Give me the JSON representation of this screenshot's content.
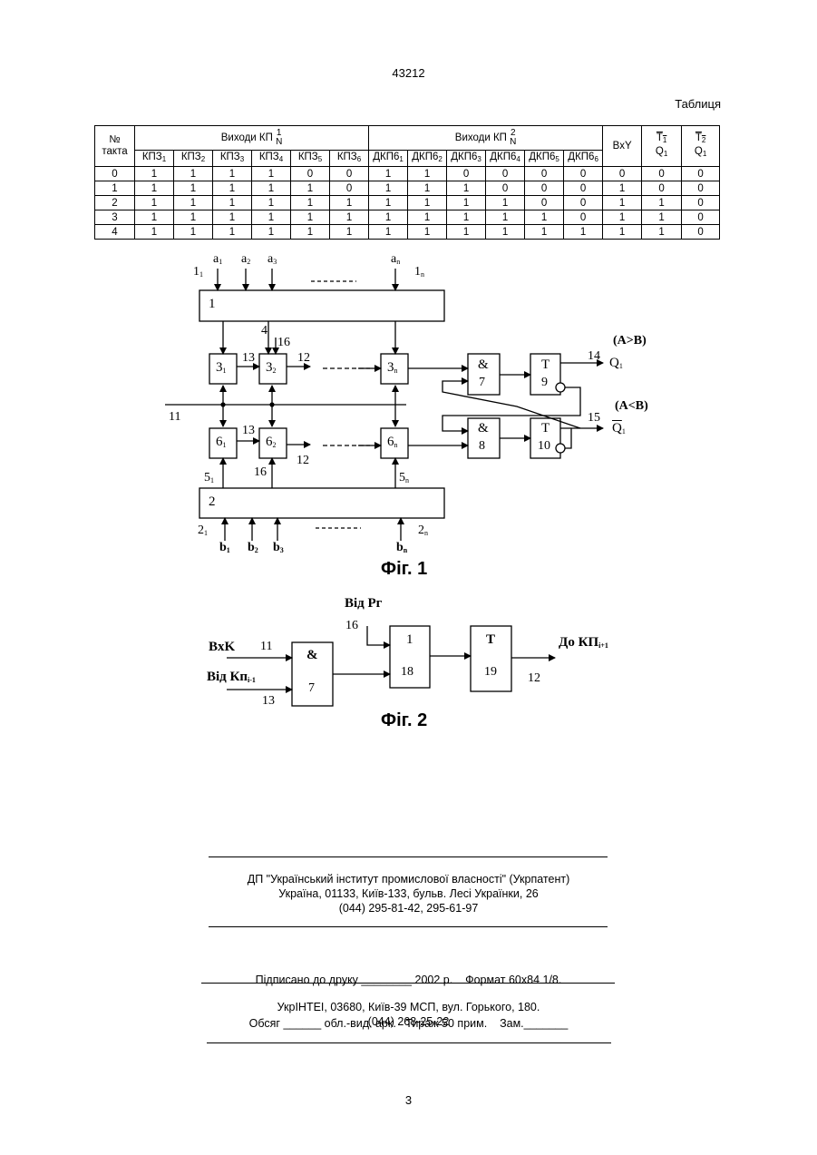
{
  "header": {
    "page_code": "43212",
    "table_caption": "Таблиця"
  },
  "table": {
    "col_step": "№\nтакта",
    "group1": {
      "label": "Виходи КП",
      "sup": "1",
      "sub": "N"
    },
    "group2": {
      "label": "Виходи КП",
      "sup": "2",
      "sub": "N"
    },
    "col_bxy": "BxY",
    "col_t1": {
      "top": "T",
      "top_sub": "1",
      "bottom": "Q",
      "bottom_sub": "1"
    },
    "col_t2": {
      "top": "T",
      "top_sub": "2",
      "bottom": "Q",
      "bottom_sub": "1"
    },
    "sub_headers_1": [
      {
        "base": "КПЗ",
        "sub": "1"
      },
      {
        "base": "КПЗ",
        "sub": "2"
      },
      {
        "base": "КПЗ",
        "sub": "3"
      },
      {
        "base": "КПЗ",
        "sub": "4"
      },
      {
        "base": "КПЗ",
        "sub": "5"
      },
      {
        "base": "КПЗ",
        "sub": "6"
      }
    ],
    "sub_headers_2": [
      {
        "base": "ДКП6",
        "sub": "1"
      },
      {
        "base": "ДКП6",
        "sub": "2"
      },
      {
        "base": "ДКП6",
        "sub": "3"
      },
      {
        "base": "ДКП6",
        "sub": "4"
      },
      {
        "base": "ДКП6",
        "sub": "5"
      },
      {
        "base": "ДКП6",
        "sub": "6"
      }
    ],
    "rows": [
      [
        "0",
        "1",
        "1",
        "1",
        "1",
        "0",
        "0",
        "1",
        "1",
        "0",
        "0",
        "0",
        "0",
        "0",
        "0",
        "0"
      ],
      [
        "1",
        "1",
        "1",
        "1",
        "1",
        "1",
        "0",
        "1",
        "1",
        "1",
        "0",
        "0",
        "0",
        "1",
        "0",
        "0"
      ],
      [
        "2",
        "1",
        "1",
        "1",
        "1",
        "1",
        "1",
        "1",
        "1",
        "1",
        "1",
        "0",
        "0",
        "1",
        "1",
        "0"
      ],
      [
        "3",
        "1",
        "1",
        "1",
        "1",
        "1",
        "1",
        "1",
        "1",
        "1",
        "1",
        "1",
        "0",
        "1",
        "1",
        "0"
      ],
      [
        "4",
        "1",
        "1",
        "1",
        "1",
        "1",
        "1",
        "1",
        "1",
        "1",
        "1",
        "1",
        "1",
        "1",
        "1",
        "0"
      ]
    ]
  },
  "fig1": {
    "caption": "Фіг. 1",
    "block1": "1",
    "block2": "2",
    "inputs_a": [
      {
        "base": "a",
        "sub": "1"
      },
      {
        "base": "a",
        "sub": "2"
      },
      {
        "base": "a",
        "sub": "3"
      },
      {
        "base": "a",
        "sub": "n"
      }
    ],
    "inputs_b": [
      {
        "base": "b",
        "sub": "1"
      },
      {
        "base": "b",
        "sub": "2"
      },
      {
        "base": "b",
        "sub": "3"
      },
      {
        "base": "b",
        "sub": "n"
      }
    ],
    "label_1_1": {
      "base": "1",
      "sub": "1"
    },
    "label_1_n": {
      "base": "1",
      "sub": "n"
    },
    "label_2_1": {
      "base": "2",
      "sub": "1"
    },
    "label_2_n": {
      "base": "2",
      "sub": "n"
    },
    "label_5_1": {
      "base": "5",
      "sub": "1"
    },
    "label_5_n": {
      "base": "5",
      "sub": "n"
    },
    "cells_3": [
      {
        "base": "3",
        "sub": "1"
      },
      {
        "base": "3",
        "sub": "2"
      },
      {
        "base": "3",
        "sub": "n"
      }
    ],
    "cells_6": [
      {
        "base": "6",
        "sub": "1"
      },
      {
        "base": "6",
        "sub": "2"
      },
      {
        "base": "6",
        "sub": "n"
      }
    ],
    "and_symbol": "&",
    "and_7": "7",
    "and_8": "8",
    "t_symbol": "T",
    "t_9": "9",
    "t_10": "10",
    "line_11": "11",
    "line_12": "12",
    "line_13": "13",
    "line_14": "14",
    "line_15": "15",
    "line_16": "16",
    "line_4": "4",
    "out_a_gt_b": "(A>B)",
    "out_a_lt_b": "(A<B)",
    "out_q1": {
      "base": "Q",
      "sub": "1"
    },
    "out_nq1": {
      "base": "Q",
      "sub": "1"
    }
  },
  "fig2": {
    "caption": "Фіг. 2",
    "from_pr": "Від Рг",
    "label_16": "16",
    "bxk": "BxK",
    "label_11": "11",
    "from_kp": {
      "base": "Від Кп",
      "sub": "i-1"
    },
    "label_13": "13",
    "and_symbol": "&",
    "and_7": "7",
    "block_1": "1",
    "block_18": "18",
    "t_symbol": "T",
    "t_19": "19",
    "to_kp": {
      "base": "До КП",
      "sub": "i+1"
    },
    "label_12": "12"
  },
  "footer": {
    "org_line1": "ДП \"Український інститут промислової власності\" (Укрпатент)",
    "org_line2": "Україна, 01133, Київ-133, бульв. Лесі Українки, 26",
    "org_line3": "(044) 295-81-42, 295-61-97",
    "print_line1": "Підписано до друку ________ 2002 р.    Формат 60х84 1/8.",
    "print_line2": "Обсяг ______ обл.-вид. арк.   Тираж 50 прим.    Зам._______",
    "press_line1": "УкрІНТЕІ, 03680, Київ-39 МСП, вул. Горького, 180.",
    "press_line2": "(044) 268-25-22",
    "page_number": "3"
  }
}
